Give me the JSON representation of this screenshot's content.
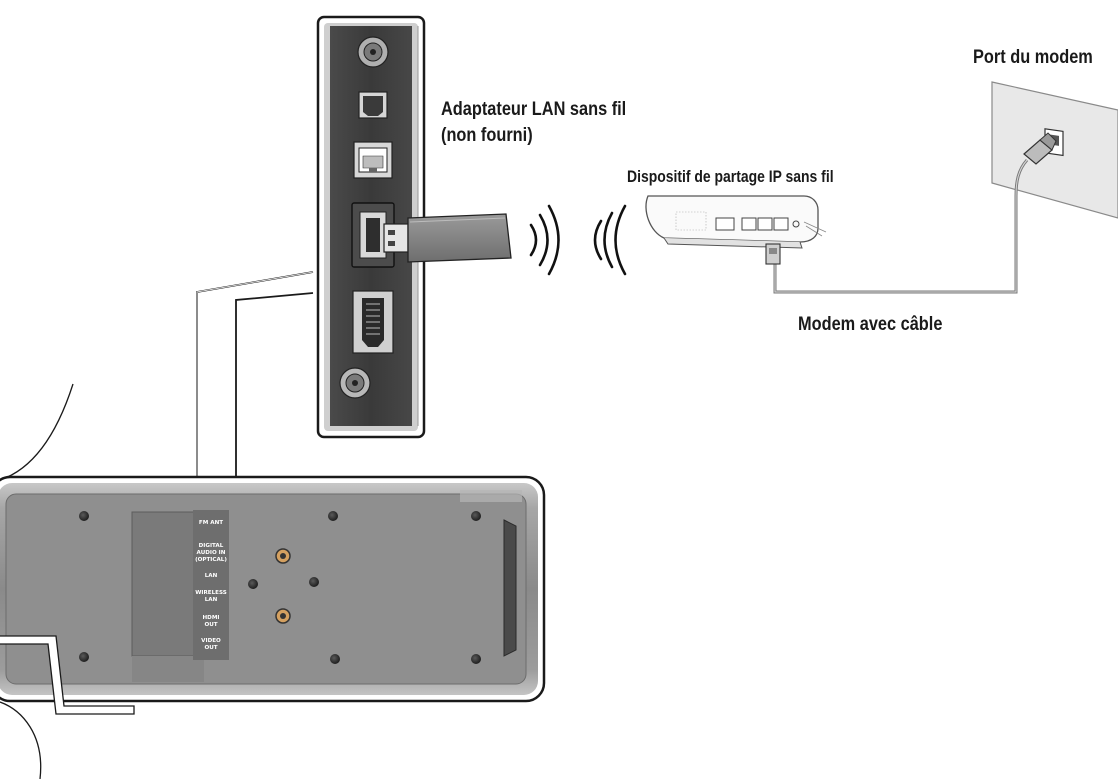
{
  "labels": {
    "modem_port": "Port du modem",
    "adapter_line1": "Adaptateur LAN sans fil",
    "adapter_line2": "(non fourni)",
    "ip_sharing_device": "Dispositif de partage IP sans fil",
    "cable_modem": "Modem avec câble"
  },
  "device_panel_labels": {
    "fm_ant": "FM ANT",
    "digital_audio_1": "DIGITAL",
    "digital_audio_2": "AUDIO IN",
    "digital_audio_3": "(OPTICAL)",
    "lan": "LAN",
    "wireless_1": "WIRELESS",
    "wireless_2": "LAN",
    "hdmi_1": "HDMI",
    "hdmi_2": "OUT",
    "video_1": "VIDEO",
    "video_2": "OUT"
  },
  "colors": {
    "device_body": "#8e8e8e",
    "panel_dark": "#3c3c3c",
    "outline": "#1a1a1a",
    "cable": "#7a7a7a"
  }
}
